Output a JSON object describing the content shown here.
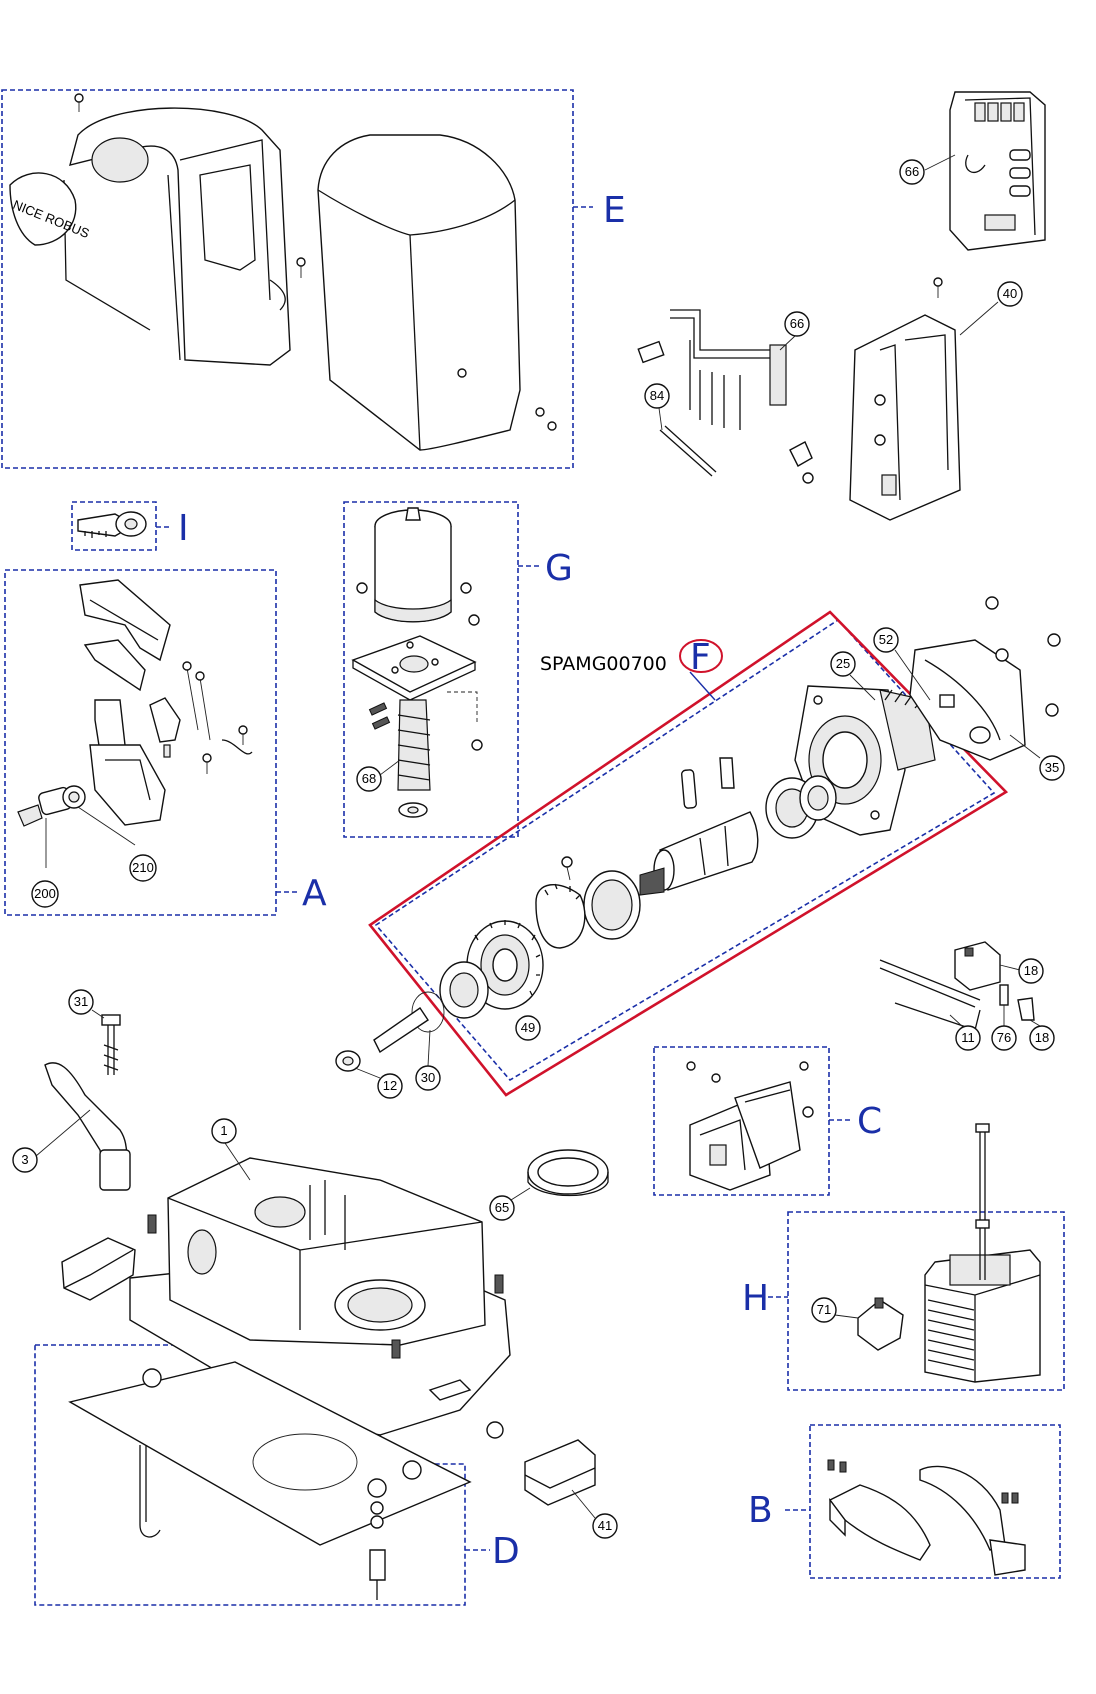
{
  "colors": {
    "group_box": "#1a2fa8",
    "highlight": "#d0122b",
    "line": "#111111"
  },
  "groups": [
    {
      "label": "E"
    },
    {
      "label": "I"
    },
    {
      "label": "G"
    },
    {
      "label": "A"
    },
    {
      "label": "F"
    },
    {
      "label": "C"
    },
    {
      "label": "H"
    },
    {
      "label": "B"
    },
    {
      "label": "D"
    }
  ],
  "part_code": "SPAMG00700",
  "cover_text": "NICE ROBUS",
  "callouts": [
    "66",
    "40",
    "66",
    "84",
    "68",
    "25",
    "52",
    "35",
    "200",
    "210",
    "18",
    "11",
    "76",
    "18",
    "31",
    "49",
    "12",
    "30",
    "3",
    "1",
    "65",
    "71",
    "41"
  ]
}
